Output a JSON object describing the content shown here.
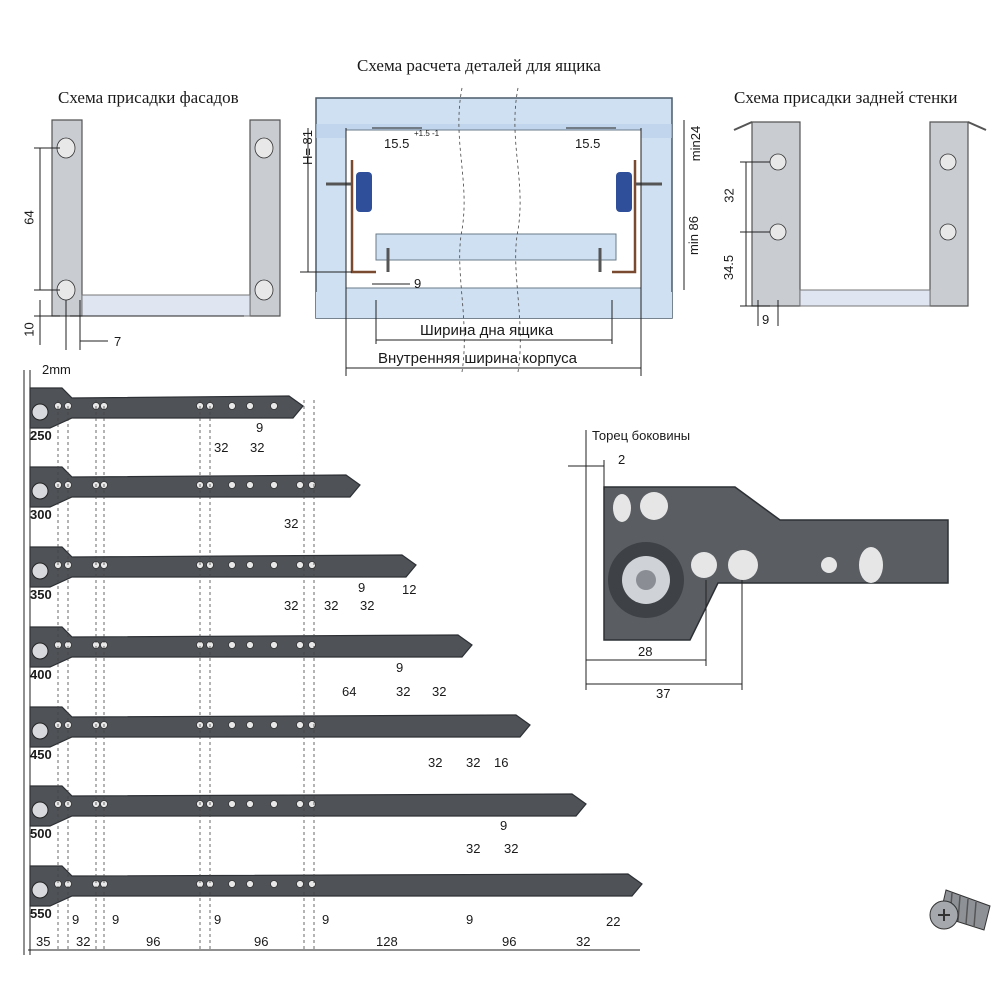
{
  "titles": {
    "center": "Схема расчета деталей для ящика",
    "left": "Схема присадки фасадов",
    "right": "Схема присадки задней стенки"
  },
  "left_dims": {
    "height": "64",
    "bottom": "10",
    "side": "7"
  },
  "center_dims": {
    "h": "H= 81",
    "left_offset": "15.5",
    "tolerance": "+1.5 -1",
    "right_offset": "15.5",
    "min_top": "min24",
    "min_side": "min 86",
    "screw": "9",
    "bottom_width": "Ширина дна ящика",
    "inner_width": "Внутренняя ширина корпуса"
  },
  "right_dims": {
    "spacing": "32",
    "lower": "34.5",
    "side": "9"
  },
  "detail": {
    "label": "Торец боковины",
    "gap": "2",
    "d1": "28",
    "d2": "37"
  },
  "rails": {
    "gap_label": "2mm",
    "lengths": [
      "250",
      "300",
      "350",
      "400",
      "450",
      "500",
      "550"
    ],
    "dims": {
      "r250": [
        "9",
        "32",
        "32"
      ],
      "r300": [
        "32"
      ],
      "r350": [
        "9",
        "32",
        "32",
        "32",
        "12"
      ],
      "r400": [
        "9",
        "64",
        "32",
        "32"
      ],
      "r450": [
        "32",
        "32",
        "16"
      ],
      "r500": [
        "9",
        "32",
        "32"
      ],
      "r550_small": [
        "9",
        "9",
        "9",
        "9",
        "9",
        "22"
      ],
      "bottom": [
        "35",
        "32",
        "96",
        "96",
        "128",
        "96",
        "32"
      ]
    }
  }
}
